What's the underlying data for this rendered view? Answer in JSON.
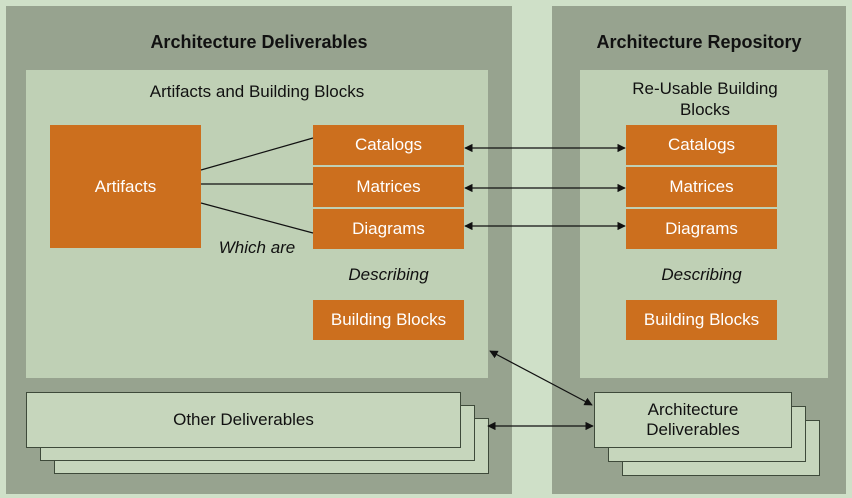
{
  "left": {
    "title": "Architecture Deliverables",
    "inner_title": "Artifacts and Building Blocks",
    "artifacts": "Artifacts",
    "which_are": "Which are",
    "items": [
      "Catalogs",
      "Matrices",
      "Diagrams"
    ],
    "describing": "Describing",
    "building_blocks": "Building Blocks",
    "other": "Other Deliverables"
  },
  "right": {
    "title": "Architecture Repository",
    "inner_title": "Re-Usable Building Blocks",
    "items": [
      "Catalogs",
      "Matrices",
      "Diagrams"
    ],
    "describing": "Describing",
    "building_blocks": "Building Blocks",
    "deliverables": "Architecture Deliverables"
  },
  "colors": {
    "background": "#cfe0c8",
    "panel": "#97a38f",
    "inner": "#bfd0b5",
    "block": "#cc6f1e"
  }
}
